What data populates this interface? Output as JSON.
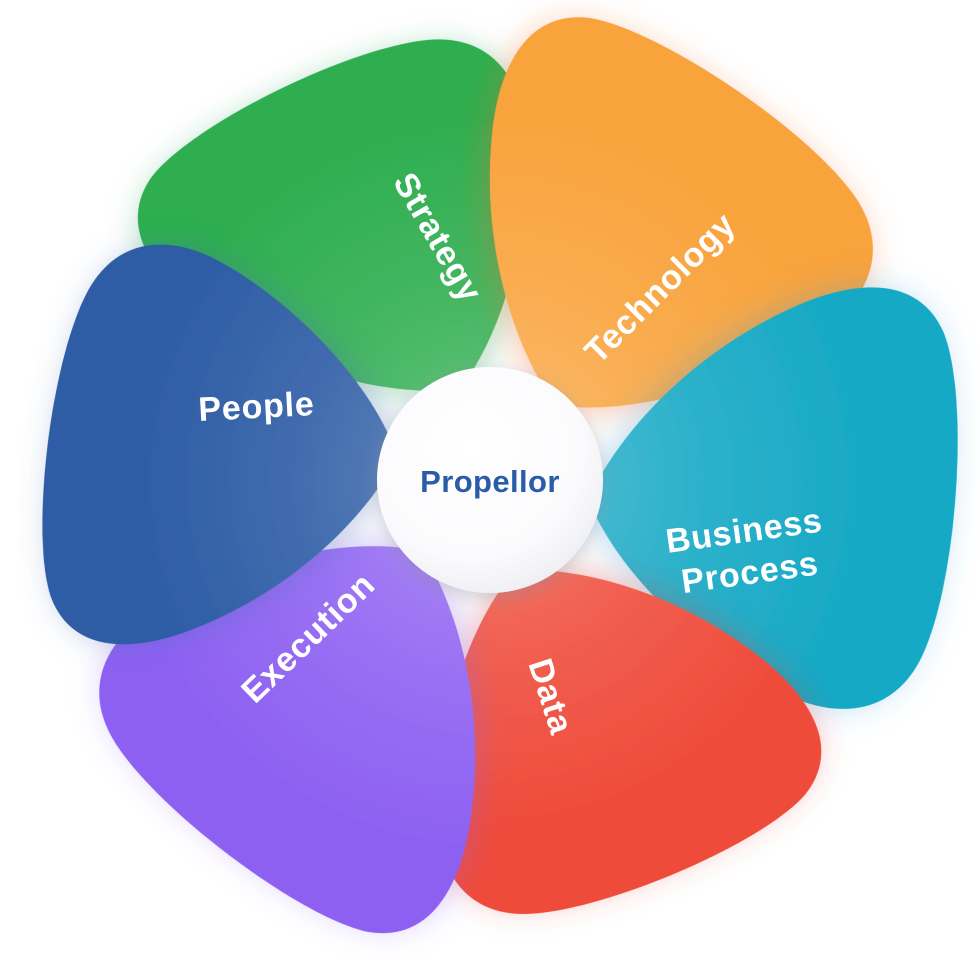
{
  "diagram": {
    "center": {
      "label": "Propellor",
      "text_color": "#2b5ca8"
    },
    "label_text_color": "#ffffff",
    "petals": [
      {
        "id": "strategy",
        "label": "Strategy",
        "color": "#2fae50",
        "glow": "rgba(34,150,70,0.55)"
      },
      {
        "id": "technology",
        "label": "Technology",
        "color": "#f9a33c",
        "glow": "rgba(240,110,40,0.6)"
      },
      {
        "id": "business-process",
        "label": "Business Process",
        "line1": "Business",
        "line2": "Process",
        "color": "#17a9c5",
        "glow": "rgba(60,160,220,0.55)"
      },
      {
        "id": "data",
        "label": "Data",
        "color": "#ef4b3a",
        "glow": "rgba(220,70,60,0.55)"
      },
      {
        "id": "execution",
        "label": "Execution",
        "color": "#8e61f2",
        "glow": "rgba(140,100,240,0.55)"
      },
      {
        "id": "people",
        "label": "People",
        "color": "#2d5ca5",
        "glow": "rgba(70,110,180,0.55)"
      }
    ]
  }
}
